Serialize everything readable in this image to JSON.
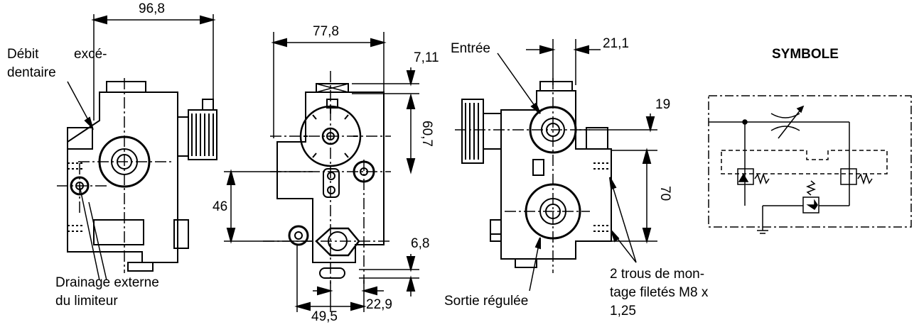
{
  "labels": {
    "debit_line1": "Débit",
    "debit_line1b": "excé-",
    "debit_line2": "dentaire",
    "drainage_line1": "Drainage externe",
    "drainage_line2": "du limiteur",
    "entree": "Entrée",
    "sortie": "Sortie régulée",
    "trous_line1": "2 trous de mon-",
    "trous_line2": "tage filetés M8 x",
    "trous_line3": "1,25",
    "symbole": "SYMBOLE"
  },
  "dimensions": {
    "d96_8": "96,8",
    "d77_8": "77,8",
    "d7_11": "7,11",
    "d60_7": "60,7",
    "d46": "46",
    "d6_8": "6,8",
    "d49_5": "49,5",
    "d22_9": "22,9",
    "d21_1": "21,1",
    "d19": "19",
    "d70": "70"
  },
  "colors": {
    "ink": "#000000",
    "background": "#ffffff"
  }
}
